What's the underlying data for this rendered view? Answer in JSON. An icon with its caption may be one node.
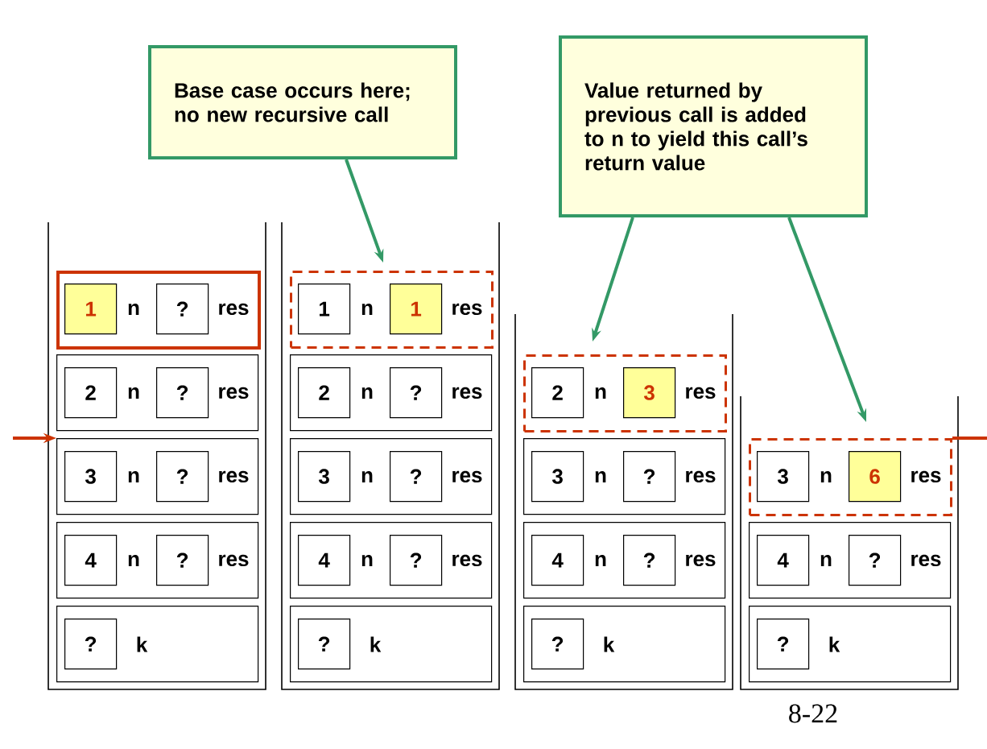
{
  "diagram": {
    "nodes": [
      {
        "text": [
          "Base case occurs here; no new recursive call"
        ]
      },
      {
        "text": [
          "Value returned by previous call is added to n to yield this call’s return value"
        ]
      },
      {
        "text": [],
        "shape": "box"
      },
      {
        "text": [
          "n",
          "res"
        ],
        "in": 2
      },
      {
        "text": [
          "1"
        ],
        "in": 3
      },
      {
        "text": [
          "?"
        ],
        "in": 3
      },
      {
        "text": [
          "n",
          "res"
        ],
        "in": 2
      },
      {
        "text": [
          "2"
        ],
        "in": 6
      },
      {
        "text": [
          "?"
        ],
        "in": 6
      },
      {
        "text": [
          "n",
          "res"
        ],
        "in": 2
      },
      {
        "text": [
          "3"
        ],
        "in": 9
      },
      {
        "text": [
          "?"
        ],
        "in": 9
      },
      {
        "text": [
          "n",
          "res"
        ],
        "in": 2
      },
      {
        "text": [
          "4"
        ],
        "in": 12
      },
      {
        "text": [
          "?"
        ],
        "in": 12
      },
      {
        "text": [
          "k"
        ],
        "in": 2
      },
      {
        "text": [
          "?"
        ],
        "in": 15
      },
      {
        "text": [],
        "shape": "box"
      },
      {
        "text": [
          "n",
          "res"
        ],
        "in": 17
      },
      {
        "text": [
          "1"
        ],
        "in": 18
      },
      {
        "text": [
          "1"
        ],
        "in": 18
      },
      {
        "text": [
          "n",
          "res"
        ],
        "in": 17
      },
      {
        "text": [
          "2"
        ],
        "in": 21
      },
      {
        "text": [
          "?"
        ],
        "in": 21
      },
      {
        "text": [
          "n",
          "res"
        ],
        "in": 17
      },
      {
        "text": [
          "3"
        ],
        "in": 24
      },
      {
        "text": [
          "?"
        ],
        "in": 24
      },
      {
        "text": [
          "n",
          "res"
        ],
        "in": 17
      },
      {
        "text": [
          "4"
        ],
        "in": 27
      },
      {
        "text": [
          "?"
        ],
        "in": 27
      },
      {
        "text": [
          "k"
        ],
        "in": 17
      },
      {
        "text": [
          "?"
        ],
        "in": 30
      },
      {
        "text": [],
        "shape": "box"
      },
      {
        "text": [
          "n",
          "res"
        ],
        "in": 32
      },
      {
        "text": [
          "2"
        ],
        "in": 33
      },
      {
        "text": [
          "3"
        ],
        "in": 33
      },
      {
        "text": [
          "n",
          "res"
        ],
        "in": 32
      },
      {
        "text": [
          "3"
        ],
        "in": 36
      },
      {
        "text": [
          "?"
        ],
        "in": 36
      },
      {
        "text": [
          "n",
          "res"
        ],
        "in": 32
      },
      {
        "text": [
          "4"
        ],
        "in": 39
      },
      {
        "text": [
          "?"
        ],
        "in": 39
      },
      {
        "text": [
          "k"
        ],
        "in": 32
      },
      {
        "text": [
          "?"
        ],
        "in": 42
      },
      {
        "text": [],
        "shape": "box"
      },
      {
        "text": [
          "n",
          "res"
        ],
        "in": 44
      },
      {
        "text": [
          "3"
        ],
        "in": 45
      },
      {
        "text": [
          "6"
        ],
        "in": 45
      },
      {
        "text": [
          "n",
          "res"
        ],
        "in": 44
      },
      {
        "text": [
          "4"
        ],
        "in": 48
      },
      {
        "text": [
          "?"
        ],
        "in": 48
      },
      {
        "text": [
          "k"
        ],
        "in": 44
      },
      {
        "text": [
          "?"
        ],
        "in": 51
      }
    ],
    "edges": [
      {
        "from": 0,
        "to": 18,
        "arrow": "to"
      },
      {
        "from": 1,
        "to": 33,
        "arrow": "to"
      },
      {
        "from": 1,
        "to": 45,
        "arrow": "to"
      },
      {
        "from": null,
        "to": 9,
        "arrow": "to",
        "color": "#cc3300"
      },
      {
        "from": 45,
        "to": null,
        "arrow": "none",
        "color": "#cc3300"
      }
    ],
    "labels": [
      "8-22"
    ]
  }
}
